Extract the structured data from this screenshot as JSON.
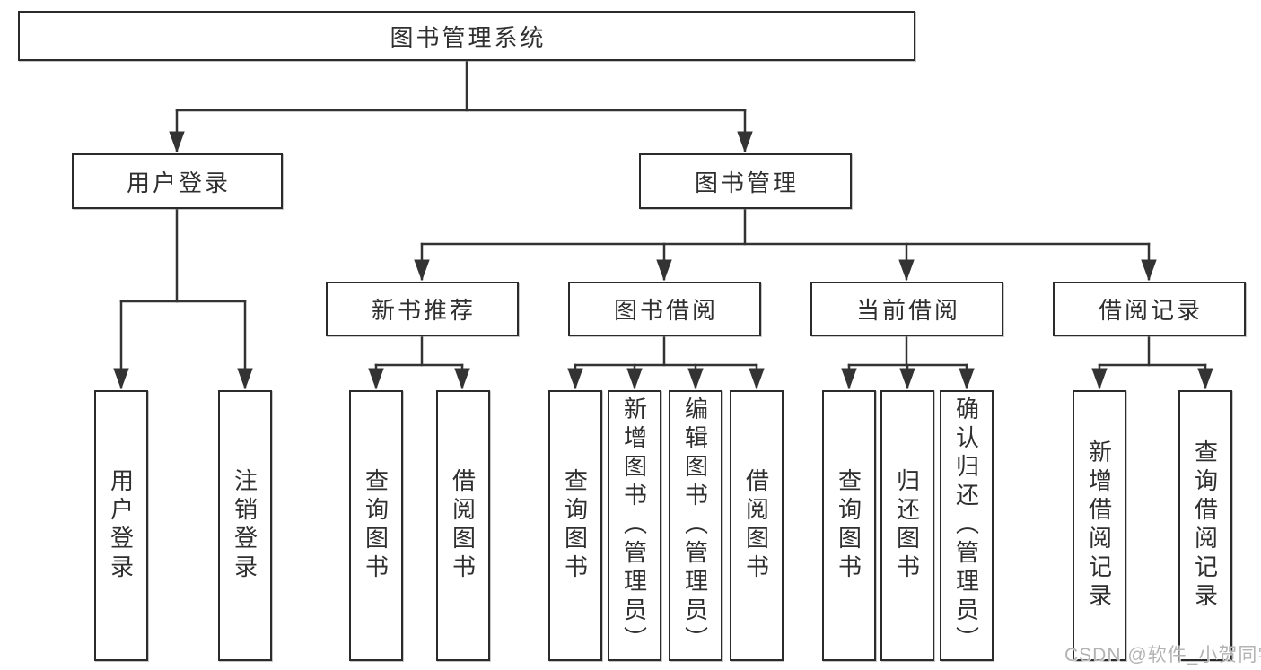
{
  "page": {
    "background": "#ffffff",
    "line_color": "#333333",
    "box_border_color": "#2b2b2b",
    "text_color": "#2f2f2f"
  },
  "tree": {
    "root": {
      "label": "图书管理系统"
    },
    "branches": [
      {
        "label": "用户登录",
        "children": [
          {
            "label": "用户登录"
          },
          {
            "label": "注销登录"
          }
        ]
      },
      {
        "label": "图书管理",
        "children": [
          {
            "label": "新书推荐",
            "children": [
              {
                "label": "查询图书"
              },
              {
                "label": "借阅图书"
              }
            ]
          },
          {
            "label": "图书借阅",
            "children": [
              {
                "label": "查询图书"
              },
              {
                "label": "新增图书（管理员）"
              },
              {
                "label": "编辑图书（管理员）"
              },
              {
                "label": "借阅图书"
              }
            ]
          },
          {
            "label": "当前借阅",
            "children": [
              {
                "label": "查询图书"
              },
              {
                "label": "归还图书"
              },
              {
                "label": "确认归还（管理员）"
              }
            ]
          },
          {
            "label": "借阅记录",
            "children": [
              {
                "label": "新增借阅记录"
              },
              {
                "label": "查询借阅记录"
              }
            ]
          }
        ]
      }
    ]
  },
  "watermark": {
    "text": "CSDN @软件_小贺同学",
    "color": "#b3b3b3"
  }
}
